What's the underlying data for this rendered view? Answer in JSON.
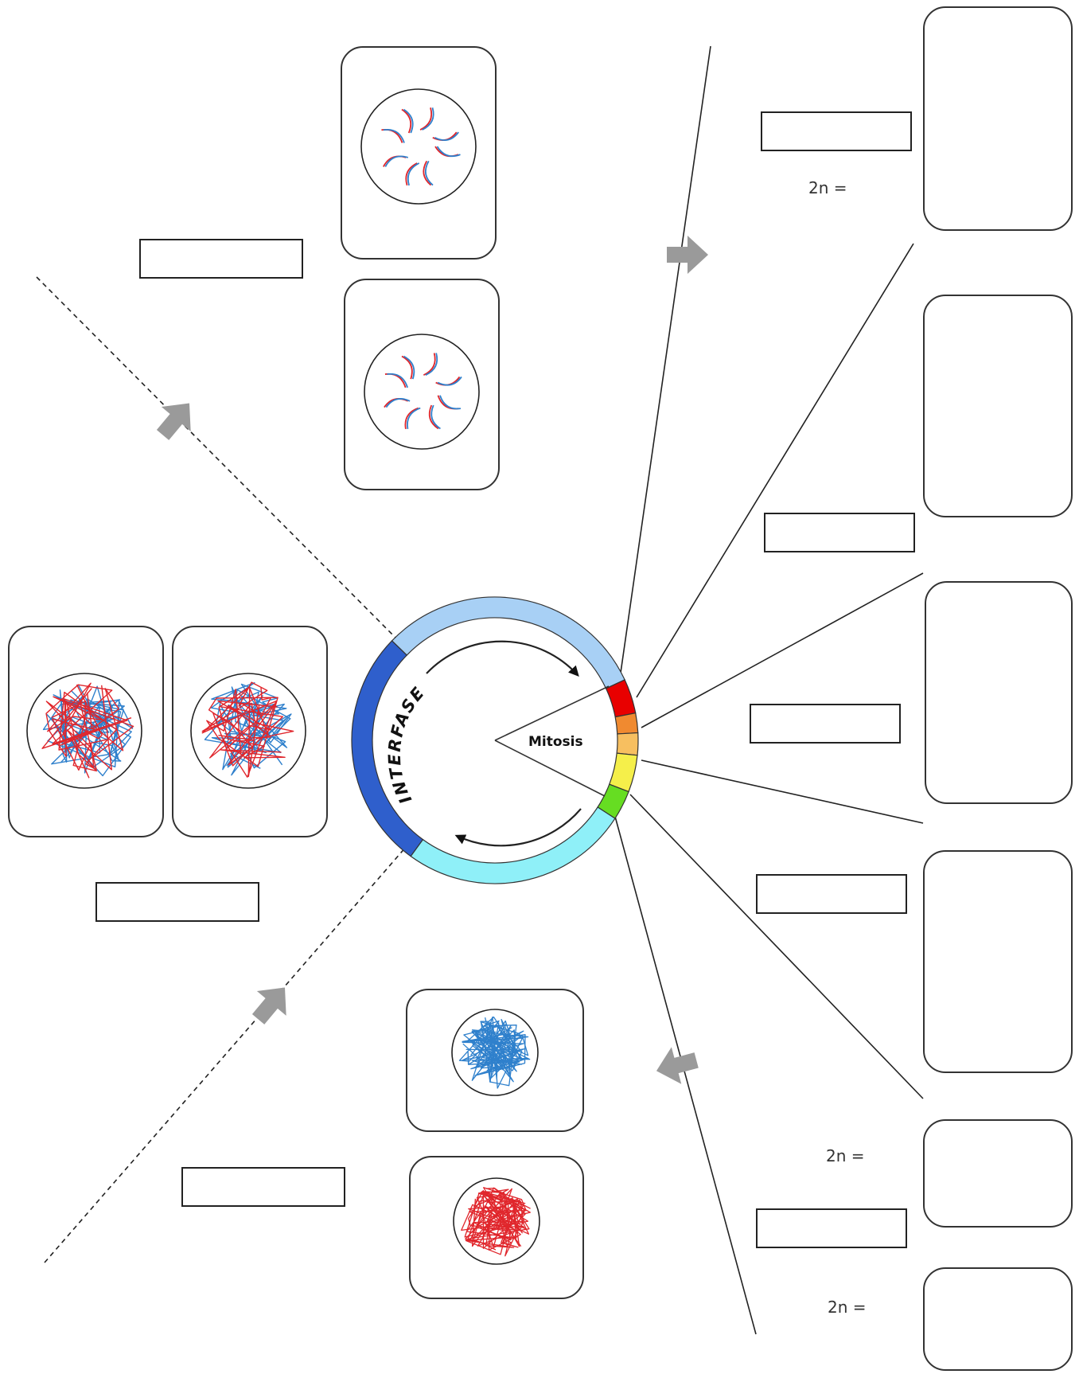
{
  "cycle": {
    "interphase_label": "INTERFASE",
    "mitosis_label": "Mitosis",
    "colors": {
      "g1": "#a8d0f5",
      "s": "#2f5fcc",
      "g2": "#8ff0f8",
      "prophase": "#e80000",
      "prometaphase": "#f08a30",
      "metaphase": "#f7bf60",
      "anaphase": "#f5ef4a",
      "telophase": "#66dd22"
    }
  },
  "chromosome_colors": {
    "paternal": "#e0262c",
    "maternal": "#2f80cc"
  },
  "labels": {
    "chrom_count_1": "2n =",
    "chrom_count_2": "2n =",
    "chrom_count_3": "2n ="
  }
}
